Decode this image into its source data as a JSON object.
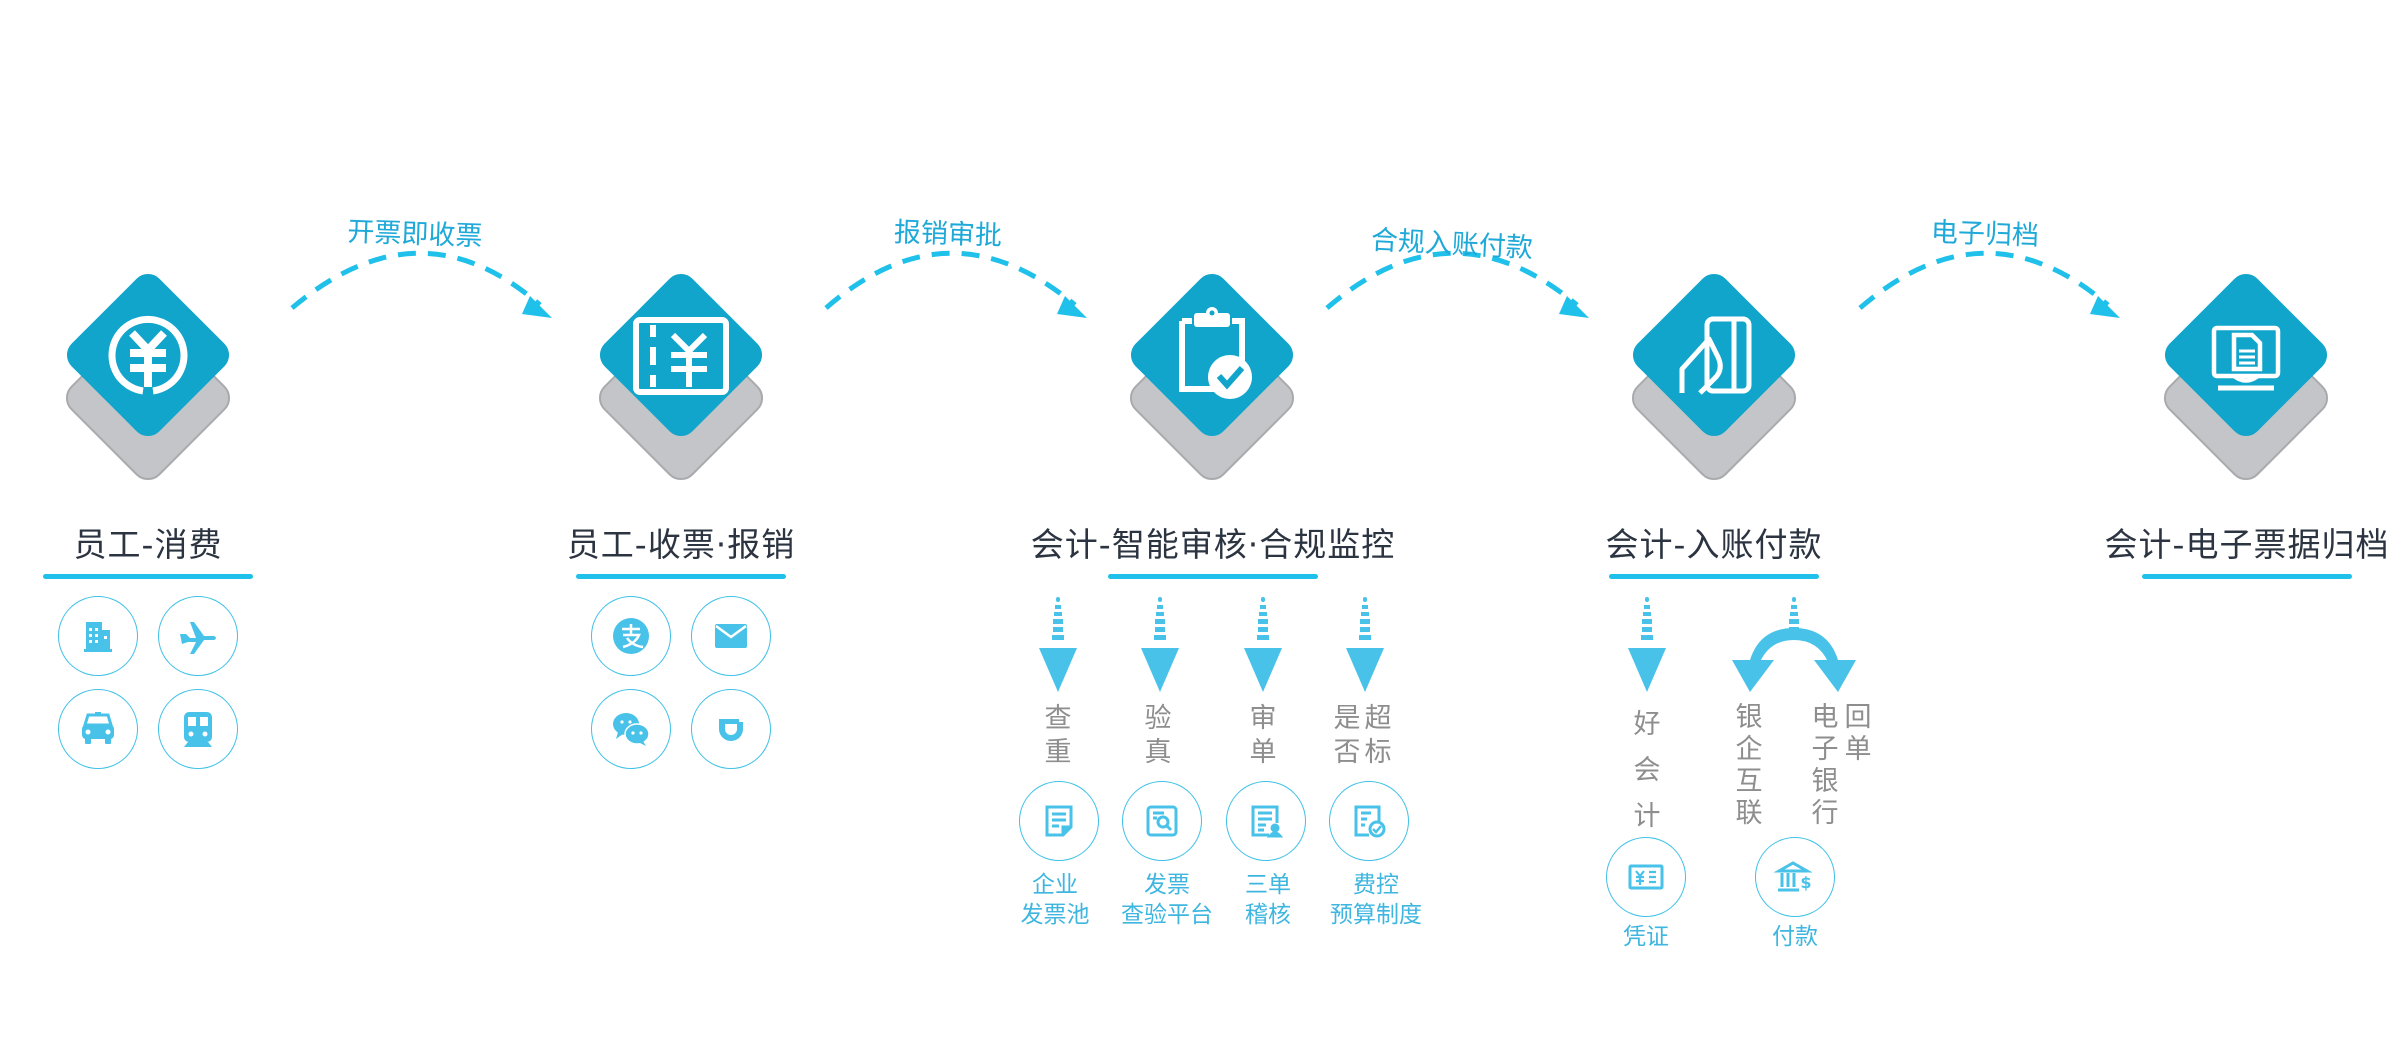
{
  "colors": {
    "primary_blue": "#11a5cb",
    "accent_cyan": "#1fc0ea",
    "icon_blue": "#48c2e8",
    "gray_shadow": "#c4c5c8",
    "title_text": "#2b3440",
    "gray_text": "#8e8e8e"
  },
  "stages": [
    {
      "title": "员工-消费",
      "icon": "yuan-coin-icon",
      "channels": [
        {
          "icon": "hotel-building-icon",
          "name": "酒店"
        },
        {
          "icon": "airplane-icon",
          "name": "机票"
        },
        {
          "icon": "taxi-icon",
          "name": "打车"
        },
        {
          "icon": "train-icon",
          "name": "火车"
        }
      ]
    },
    {
      "title": "员工-收票·报销",
      "icon": "invoice-ticket-icon",
      "channels": [
        {
          "icon": "alipay-icon",
          "name": "支付宝"
        },
        {
          "icon": "email-icon",
          "name": "邮箱"
        },
        {
          "icon": "wechat-icon",
          "name": "微信"
        },
        {
          "icon": "didi-icon",
          "name": "滴滴"
        }
      ]
    },
    {
      "title": "会计-智能审核·合规监控",
      "icon": "clipboard-check-icon",
      "checks": [
        {
          "label_lines": [
            "查",
            "重"
          ],
          "tool_icon": "document-note-icon",
          "tool_lines": [
            "企业",
            "发票池"
          ]
        },
        {
          "label_lines": [
            "验",
            "真"
          ],
          "tool_icon": "document-search-icon",
          "tool_lines": [
            "发票",
            "查验平台"
          ]
        },
        {
          "label_lines": [
            "审",
            "单"
          ],
          "tool_icon": "document-user-icon",
          "tool_lines": [
            "三单",
            "稽核"
          ]
        },
        {
          "label_columns": [
            [
              "是",
              "否"
            ],
            [
              "超",
              "标"
            ]
          ],
          "tool_icon": "document-check-icon",
          "tool_lines": [
            "费控",
            "预算制度"
          ]
        }
      ]
    },
    {
      "title": "会计-入账付款",
      "icon": "hand-card-icon",
      "branches": [
        {
          "label": [
            "好",
            "会",
            "计"
          ],
          "tool_icon": "voucher-icon",
          "tool_label": "凭证"
        },
        {
          "label_left": [
            "银",
            "企",
            "互",
            "联"
          ],
          "label_right": [
            "电",
            "子",
            "银",
            "行"
          ],
          "label_right_extra": [
            "回",
            "单"
          ],
          "tool_icon": "bank-payment-icon",
          "tool_label": "付款"
        }
      ]
    },
    {
      "title": "会计-电子票据归档",
      "icon": "monitor-document-icon"
    }
  ],
  "transitions": [
    {
      "label": "开票即收票"
    },
    {
      "label": "报销审批"
    },
    {
      "label": "合规入账付款"
    },
    {
      "label": "电子归档"
    }
  ]
}
